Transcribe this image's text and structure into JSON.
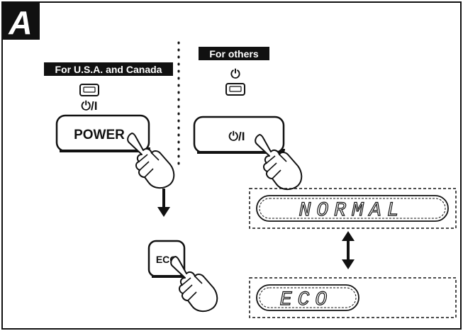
{
  "panel": {
    "letter": "A"
  },
  "left_section": {
    "region_label": "For U.S.A. and Canada",
    "indicator_symbol": "⏻/I",
    "button_label": "POWER"
  },
  "right_section": {
    "region_label": "For others",
    "indicator_symbol": "⏻",
    "button_symbol": "⏻/I"
  },
  "eco_button": {
    "label": "ECO"
  },
  "displays": {
    "top": "NORMAL",
    "bottom": "ECO"
  },
  "icons": {
    "hand": "pointing-hand-icon",
    "arrow_down": "arrow-down-icon",
    "arrow_updown": "arrow-up-down-icon",
    "power": "power-symbol-icon"
  },
  "colors": {
    "ink": "#111111",
    "paper": "#ffffff"
  }
}
